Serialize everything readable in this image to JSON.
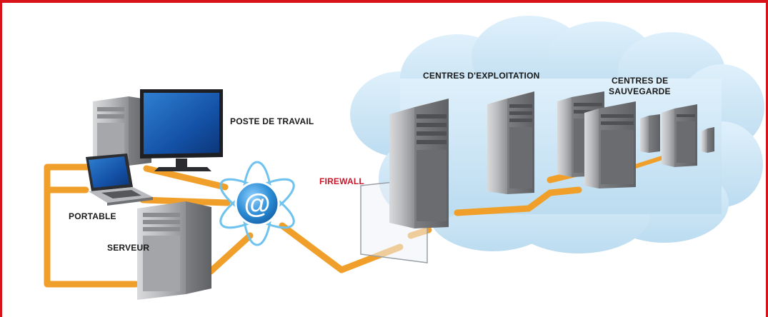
{
  "labels": {
    "poste": "POSTE DE TRAVAIL",
    "portable": "PORTABLE",
    "serveur": "SERVEUR",
    "firewall": "FIREWALL",
    "exploitation": "CENTRES D'EXPLOITATION",
    "sauvegarde_1": "CENTRES DE",
    "sauvegarde_2": "SAUVEGARDE",
    "internet_symbol": "@"
  },
  "colors": {
    "frame": "#d8131a",
    "cable": "#f0a02a",
    "cloud": "#cfe6f5",
    "firewall_text": "#c8172b",
    "internet_icon": "#2a8bd4"
  },
  "icons": [
    "desktop-computer-icon",
    "laptop-icon",
    "server-tower-icon",
    "internet-at-icon",
    "firewall-pane-icon",
    "server-rack-icon",
    "cloud-shape"
  ]
}
